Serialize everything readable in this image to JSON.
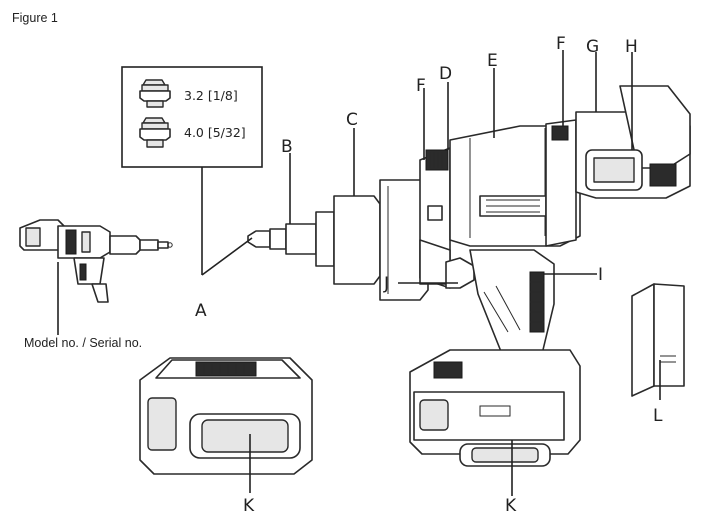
{
  "figure": {
    "title": "Figure 1",
    "callouts": {
      "A": "A",
      "B": "B",
      "C": "C",
      "D": "D",
      "E": "E",
      "F_front": "F",
      "F_rear": "F",
      "G": "G",
      "H": "H",
      "I": "I",
      "J": "J",
      "K_left": "K",
      "K_right": "K",
      "L": "L"
    },
    "nose_pieces": [
      {
        "size": "3.2 [1/8]"
      },
      {
        "size": "4.0 [5/32]"
      }
    ],
    "model_serial_label": "Model no. / Serial no.",
    "line_color": "#222222"
  }
}
